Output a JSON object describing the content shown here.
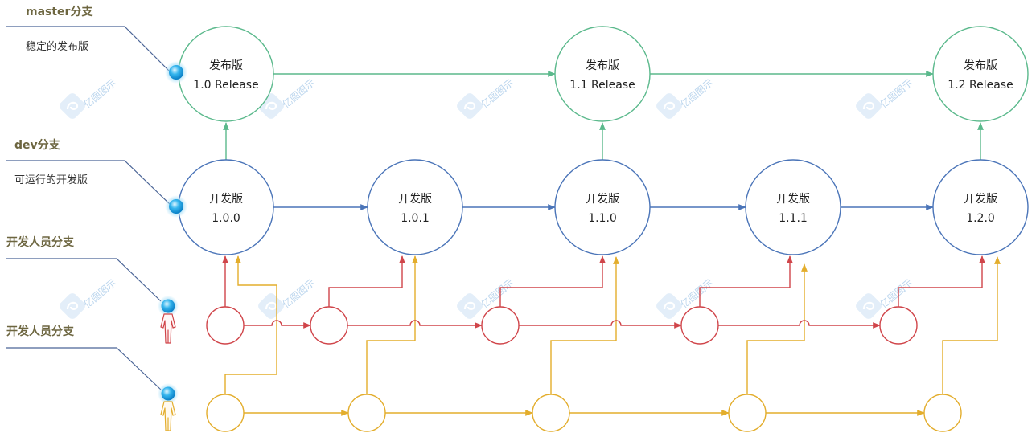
{
  "colors": {
    "master": "#5bb98c",
    "dev": "#4a74b8",
    "dev1": "#d0454a",
    "dev2": "#e3ad2c",
    "lane_title": "#6d6640",
    "lane_line": "#4a6496"
  },
  "watermark": {
    "text": "亿图图示",
    "icon": "edraw-logo-icon"
  },
  "lanes": {
    "master": {
      "title": "master分支",
      "desc": "稳定的发布版",
      "icon": "branch-dot-icon"
    },
    "dev": {
      "title": "dev分支",
      "desc": "可运行的开发版",
      "icon": "branch-dot-icon"
    },
    "developer1": {
      "title": "开发人员分支",
      "icon": "person-icon"
    },
    "developer2": {
      "title": "开发人员分支",
      "icon": "person-icon"
    }
  },
  "master_nodes": [
    {
      "line1": "发布版",
      "line2": "1.0 Release"
    },
    {
      "line1": "发布版",
      "line2": "1.1 Release"
    },
    {
      "line1": "发布版",
      "line2": "1.2 Release"
    }
  ],
  "dev_nodes": [
    {
      "line1": "开发版",
      "line2": "1.0.0"
    },
    {
      "line1": "开发版",
      "line2": "1.0.1"
    },
    {
      "line1": "开发版",
      "line2": "1.1.0"
    },
    {
      "line1": "开发版",
      "line2": "1.1.1"
    },
    {
      "line1": "开发版",
      "line2": "1.2.0"
    }
  ],
  "developer1_commits": 5,
  "developer2_commits": 5
}
